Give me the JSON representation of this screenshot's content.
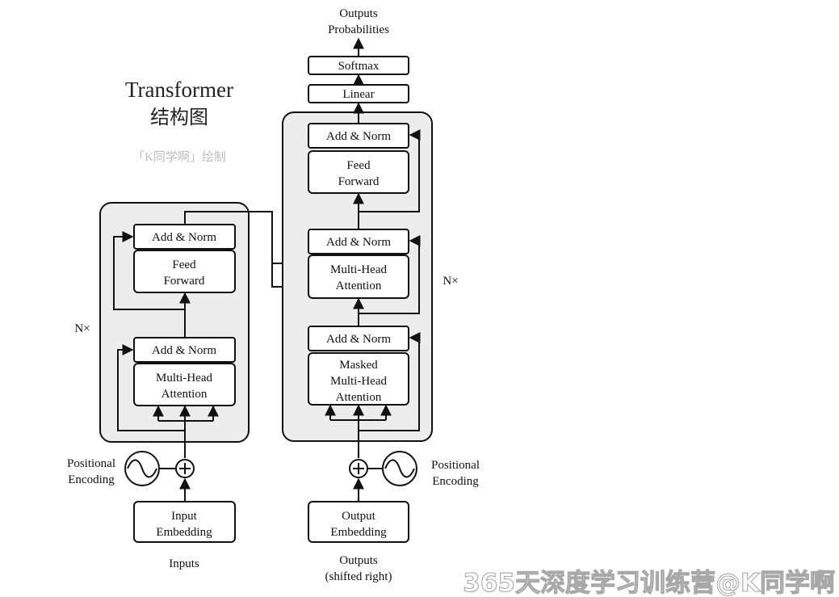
{
  "title": {
    "main": "Transformer",
    "sub": "结构图",
    "credit": "「K同学啊」绘制"
  },
  "encoder": {
    "repeat_label": "N×",
    "add_norm_top": "Add & Norm",
    "feed_forward": [
      "Feed",
      "Forward"
    ],
    "add_norm_bottom": "Add & Norm",
    "attention": [
      "Multi-Head",
      "Attention"
    ],
    "positional_encoding": [
      "Positional",
      "Encoding"
    ],
    "embedding": [
      "Input",
      "Embedding"
    ],
    "input_label": "Inputs"
  },
  "decoder": {
    "repeat_label": "N×",
    "add_norm_top": "Add & Norm",
    "feed_forward": [
      "Feed",
      "Forward"
    ],
    "add_norm_mid": "Add & Norm",
    "cross_attention": [
      "Multi-Head",
      "Attention"
    ],
    "add_norm_bottom": "Add & Norm",
    "masked_attention": [
      "Masked",
      "Multi-Head",
      "Attention"
    ],
    "positional_encoding": [
      "Positional",
      "Encoding"
    ],
    "embedding": [
      "Output",
      "Embedding"
    ],
    "input_label": [
      "Outputs",
      "(shifted right)"
    ]
  },
  "head": {
    "linear": "Linear",
    "softmax": "Softmax",
    "output_label": [
      "Outputs",
      "Probabilities"
    ]
  },
  "watermark": "365天深度学习训练营@K同学啊"
}
